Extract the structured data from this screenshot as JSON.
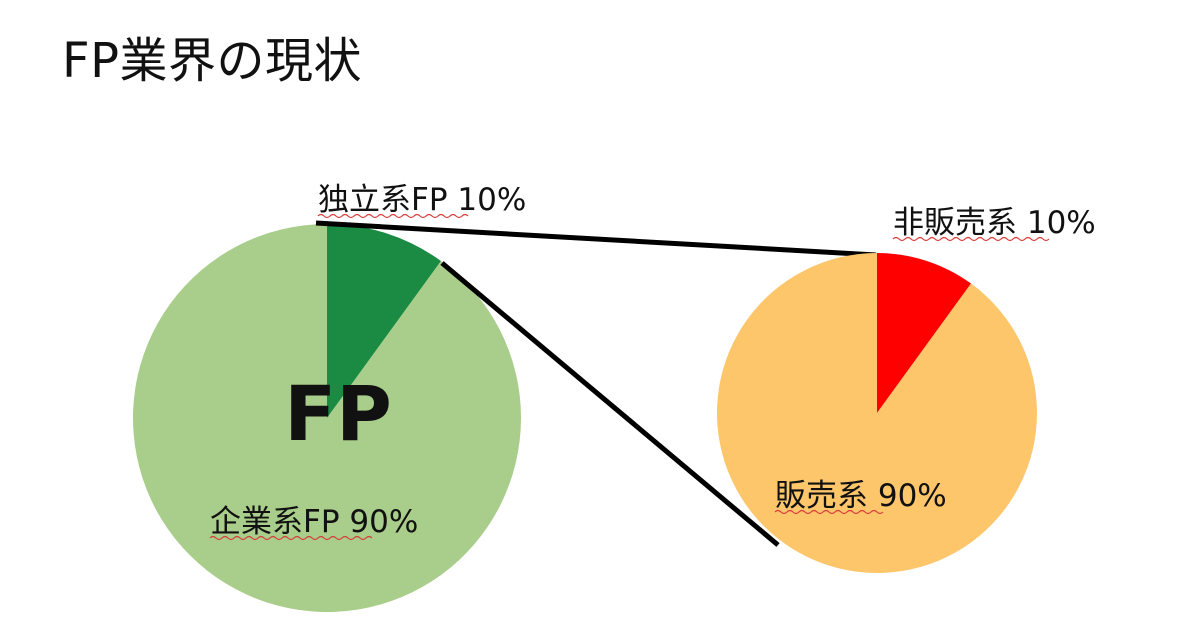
{
  "title": "FP業界の現状",
  "chart_data": [
    {
      "type": "pie",
      "center_label": "FP",
      "slices": [
        {
          "label": "独立系FP 10%",
          "value": 10,
          "color": "#1b8a42"
        },
        {
          "label": "企業系FP 90%",
          "value": 90,
          "color": "#a9cd8a"
        }
      ]
    },
    {
      "type": "pie",
      "slices": [
        {
          "label": "非販売系 10%",
          "value": 10,
          "color": "#ff0000"
        },
        {
          "label": "販売系 90%",
          "value": 90,
          "color": "#fdc66b"
        }
      ]
    }
  ]
}
